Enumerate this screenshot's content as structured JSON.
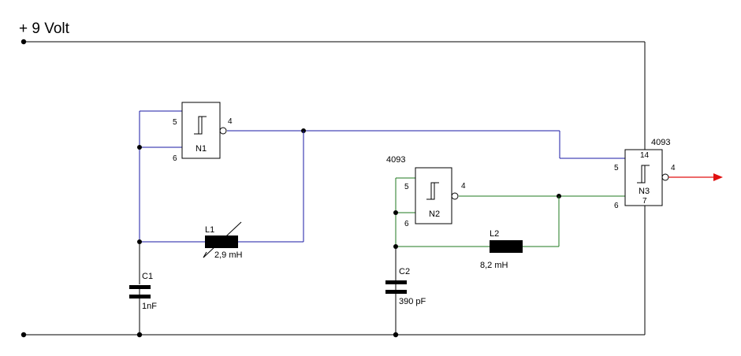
{
  "supply_label": "+ 9 Volt",
  "colors": {
    "ground_supply_wire": "#000000",
    "oscillator1_wire": "#1a1aa6",
    "oscillator2_wire": "#1f7a1f",
    "output_arrow": "#e01010"
  },
  "gates": {
    "n1": {
      "name": "N1",
      "pin_in_a": "5",
      "pin_in_b": "6",
      "pin_out": "4"
    },
    "n2": {
      "name": "N2",
      "chip": "4093",
      "pin_in_a": "5",
      "pin_in_b": "6",
      "pin_out": "4"
    },
    "n3": {
      "name": "N3",
      "chip": "4093",
      "pin_in_a": "5",
      "pin_in_b": "6",
      "pin_out": "4",
      "pin_vdd": "14",
      "pin_vss": "7"
    }
  },
  "components": {
    "l1": {
      "ref": "L1",
      "value": "2,9 mH"
    },
    "l2": {
      "ref": "L2",
      "value": "8,2 mH"
    },
    "c1": {
      "ref": "C1",
      "value": "1nF"
    },
    "c2": {
      "ref": "C2",
      "value": "390 pF"
    }
  }
}
